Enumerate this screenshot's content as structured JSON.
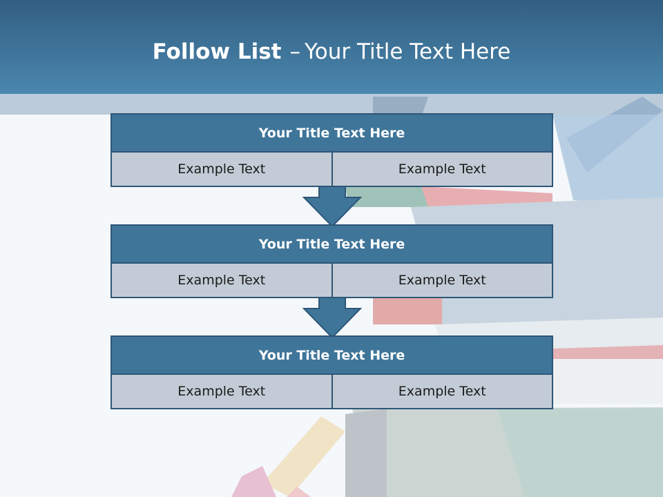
{
  "slide": {
    "title_bold": "Follow List",
    "title_dash": "–",
    "title_rest": "Your Title Text Here"
  },
  "blocks": [
    {
      "title": "Your Title Text Here",
      "left": "Example Text",
      "right": "Example Text"
    },
    {
      "title": "Your Title Text Here",
      "left": "Example Text",
      "right": "Example Text"
    },
    {
      "title": "Your Title Text Here",
      "left": "Example Text",
      "right": "Example Text"
    }
  ],
  "colors": {
    "header": "#3f7599",
    "cell": "#c3ccd6",
    "border": "#2e5677"
  }
}
